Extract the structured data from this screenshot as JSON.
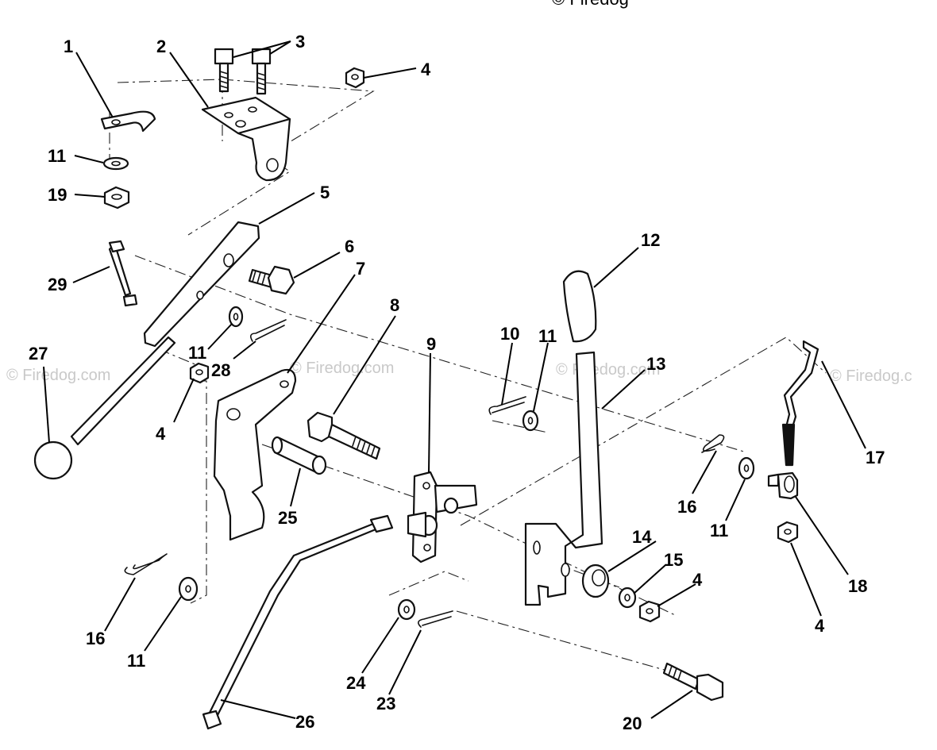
{
  "copyright_text": "© Firedog",
  "watermarks": [
    "© Firedog.com",
    "© Firedog.com",
    "© Firedog.com",
    "© Firedog.c"
  ],
  "callouts": {
    "n1": "1",
    "n2": "2",
    "n3": "3",
    "n4a": "4",
    "n4b": "4",
    "n4c": "4",
    "n4d": "4",
    "n5": "5",
    "n6": "6",
    "n7": "7",
    "n8": "8",
    "n9": "9",
    "n10": "10",
    "n11a": "11",
    "n11b": "11",
    "n11c": "11",
    "n11d": "11",
    "n11e": "11",
    "n12": "12",
    "n13": "13",
    "n14": "14",
    "n15": "15",
    "n16a": "16",
    "n16b": "16",
    "n17": "17",
    "n18": "18",
    "n19": "19",
    "n20": "20",
    "n23": "23",
    "n24": "24",
    "n25": "25",
    "n26": "26",
    "n27": "27",
    "n28": "28",
    "n29": "29"
  },
  "parts": [
    {
      "id": "part-1",
      "icon": "mounting-clip-icon"
    },
    {
      "id": "part-2",
      "icon": "mounting-bracket-icon"
    },
    {
      "id": "part-3",
      "icon": "hex-bolt-icon"
    },
    {
      "id": "part-4",
      "icon": "hex-nut-icon"
    },
    {
      "id": "part-5",
      "icon": "lift-link-bar-icon"
    },
    {
      "id": "part-6",
      "icon": "hex-bolt-icon"
    },
    {
      "id": "part-7",
      "icon": "offset-bracket-icon"
    },
    {
      "id": "part-8",
      "icon": "long-bolt-icon"
    },
    {
      "id": "part-9",
      "icon": "pivot-plate-icon"
    },
    {
      "id": "part-10",
      "icon": "cotter-pin-icon"
    },
    {
      "id": "part-11",
      "icon": "flat-washer-icon"
    },
    {
      "id": "part-12",
      "icon": "handle-grip-icon"
    },
    {
      "id": "part-13",
      "icon": "lift-lever-icon"
    },
    {
      "id": "part-14",
      "icon": "bushing-icon"
    },
    {
      "id": "part-15",
      "icon": "flat-washer-icon"
    },
    {
      "id": "part-16",
      "icon": "hairpin-clip-icon"
    },
    {
      "id": "part-17",
      "icon": "adjuster-rod-icon"
    },
    {
      "id": "part-18",
      "icon": "trunnion-icon"
    },
    {
      "id": "part-19",
      "icon": "hex-nut-icon"
    },
    {
      "id": "part-20",
      "icon": "hex-bolt-icon"
    },
    {
      "id": "part-23",
      "icon": "cotter-pin-icon"
    },
    {
      "id": "part-24",
      "icon": "flat-washer-icon"
    },
    {
      "id": "part-25",
      "icon": "spacer-tube-icon"
    },
    {
      "id": "part-26",
      "icon": "lift-rod-icon"
    },
    {
      "id": "part-27",
      "icon": "knob-icon"
    },
    {
      "id": "part-28",
      "icon": "cotter-pin-icon"
    },
    {
      "id": "part-29",
      "icon": "link-rod-icon"
    }
  ]
}
